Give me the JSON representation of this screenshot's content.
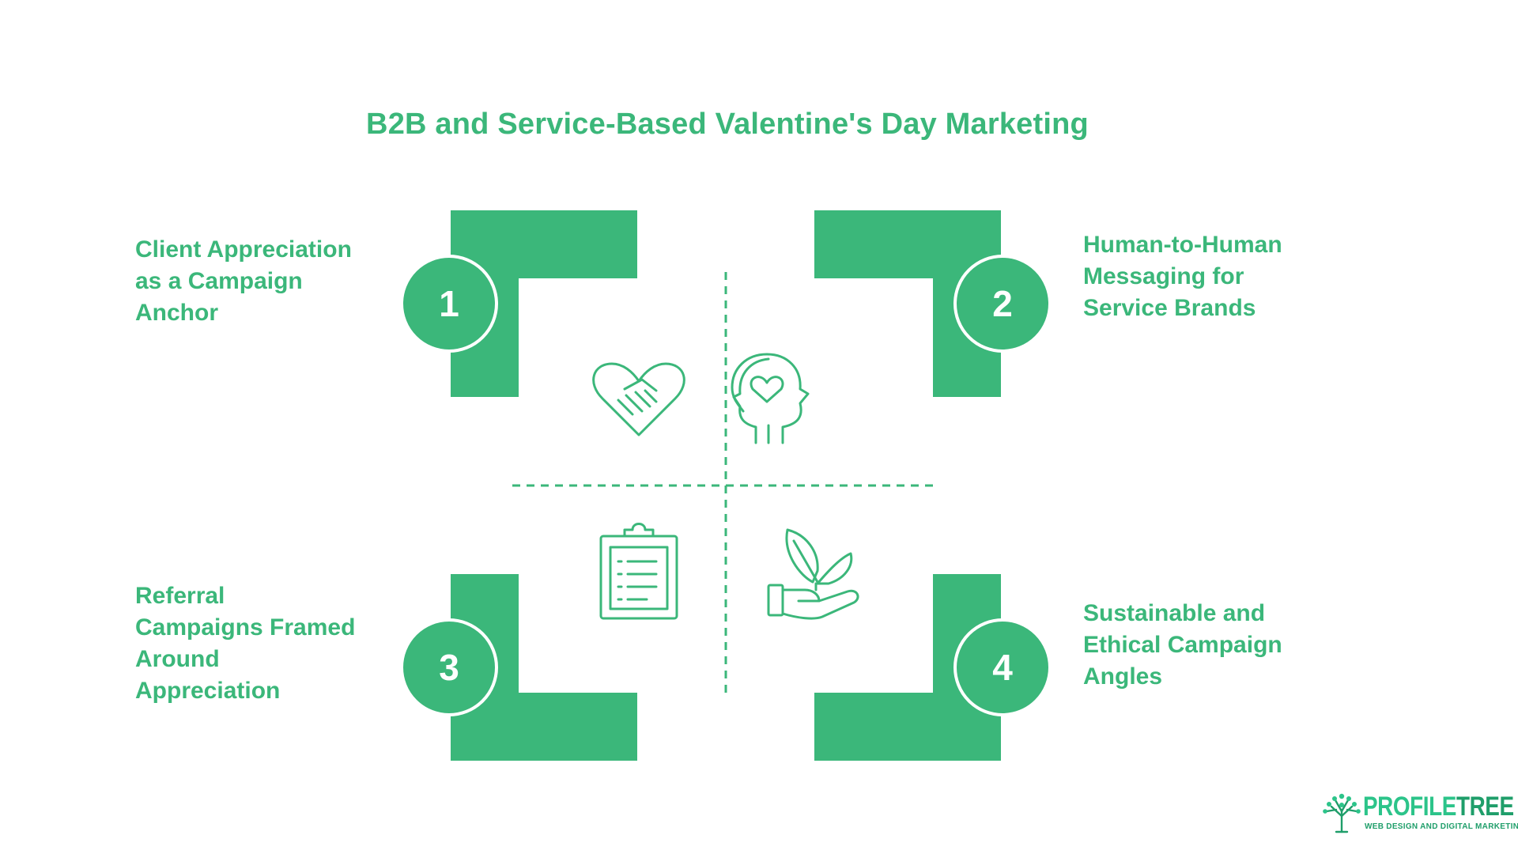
{
  "title": "B2B and Service-Based Valentine's Day Marketing",
  "colors": {
    "accent": "#3bb77a",
    "icon_stroke": "#3bb77a",
    "background": "#ffffff"
  },
  "quadrants": [
    {
      "number": "1",
      "label_lines": [
        "Client Appreciation",
        "as a Campaign",
        "Anchor"
      ],
      "icon": "heart-handshake-icon"
    },
    {
      "number": "2",
      "label_lines": [
        "Human-to-Human",
        "Messaging for",
        "Service Brands"
      ],
      "icon": "heads-heart-icon"
    },
    {
      "number": "3",
      "label_lines": [
        "Referral",
        "Campaigns Framed",
        "Around",
        "Appreciation"
      ],
      "icon": "clipboard-checklist-icon"
    },
    {
      "number": "4",
      "label_lines": [
        "Sustainable and",
        "Ethical Campaign",
        "Angles"
      ],
      "icon": "hand-plant-icon"
    }
  ],
  "logo": {
    "word_light": "PROFILE",
    "word_dark": "TREE",
    "tagline": "WEB DESIGN AND DIGITAL MARKETING",
    "icon": "tree-logo-icon"
  }
}
